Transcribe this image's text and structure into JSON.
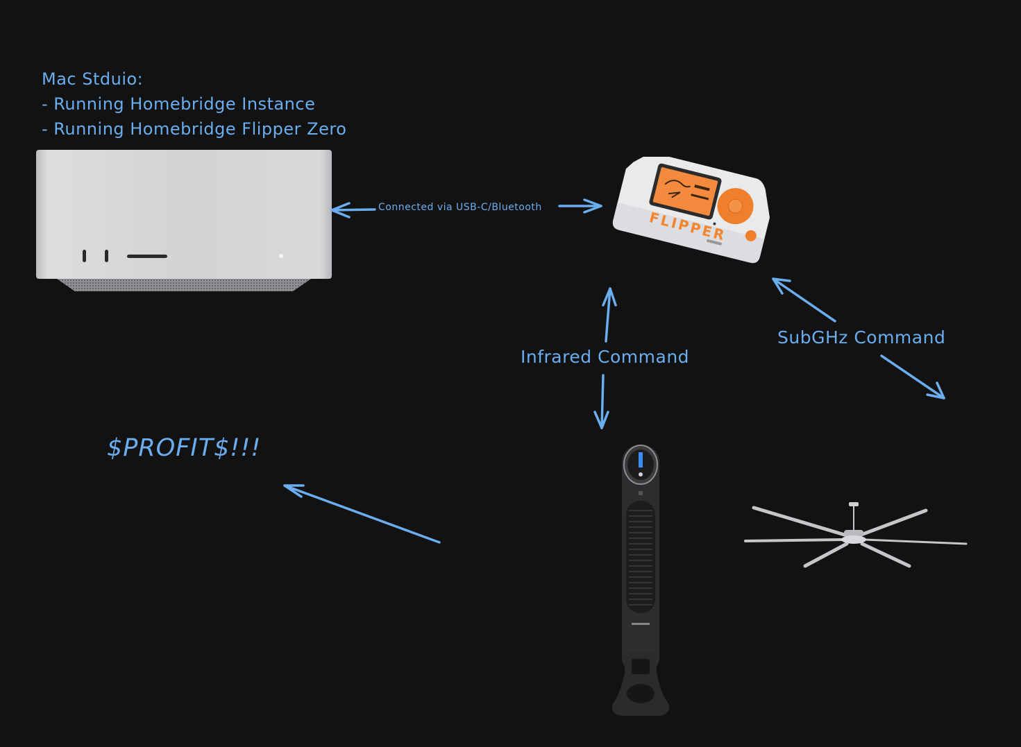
{
  "mac_studio": {
    "title": "Mac Stduio:",
    "bullets": [
      "- Running Homebridge Instance",
      "- Running Homebridge Flipper Zero"
    ],
    "image_label": "Mac Studio computer"
  },
  "connections": {
    "usb": "Connected via USB-C/Bluetooth",
    "infrared": "Infrared Command",
    "subghz": "SubGHz Command"
  },
  "flipper": {
    "image_label": "Flipper Zero device",
    "brand_text": "FLIPPER"
  },
  "tower_fan": {
    "image_label": "Honeywell tower fan"
  },
  "ceiling_fan": {
    "image_label": "Ceiling fan"
  },
  "profit": {
    "text": "$PROFIT$!!!"
  },
  "colors": {
    "background": "#121212",
    "accent": "#6aaef0",
    "flipper_orange": "#f3852e"
  }
}
